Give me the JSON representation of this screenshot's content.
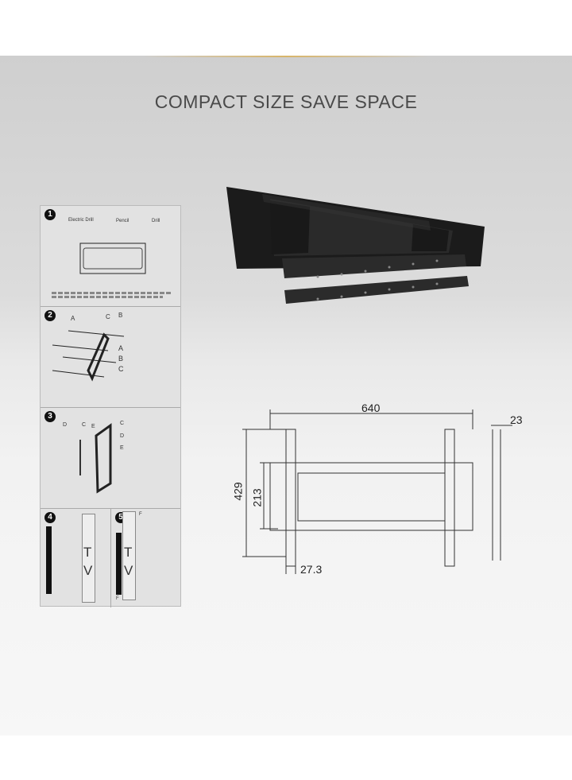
{
  "title": "COMPACT SIZE SAVE SPACE",
  "instructions": {
    "step1": {
      "number": "1",
      "tools": [
        "Electric Drill",
        "Pencil",
        "Drill"
      ]
    },
    "step2": {
      "number": "2",
      "labels": [
        "A",
        "B",
        "C"
      ],
      "parts": [
        "A",
        "B",
        "C"
      ]
    },
    "step3": {
      "number": "3",
      "labels": [
        "D",
        "C",
        "E"
      ],
      "parts": [
        "C",
        "D",
        "E"
      ]
    },
    "step4": {
      "number": "4",
      "tv": [
        "T",
        "V"
      ]
    },
    "step5": {
      "number": "5",
      "tv": [
        "T",
        "V"
      ],
      "label": "F",
      "part": "F"
    }
  },
  "dimensions": {
    "width": "640",
    "depth": "23",
    "height": "429",
    "inner_height": "213",
    "offset": "27.3"
  }
}
